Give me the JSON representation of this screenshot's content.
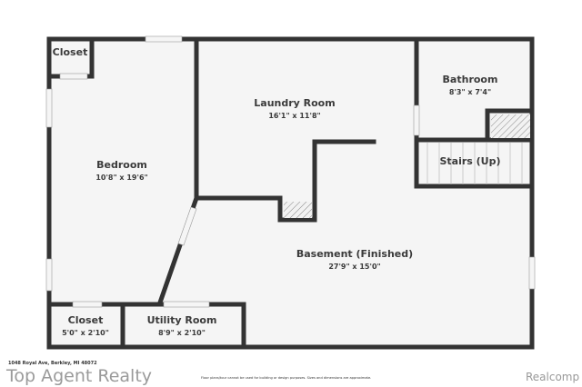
{
  "rooms": {
    "closet_top": {
      "name": "Closet"
    },
    "bedroom": {
      "name": "Bedroom",
      "dims": "10'8\" x 19'6\""
    },
    "laundry": {
      "name": "Laundry Room",
      "dims": "16'1\" x 11'8\""
    },
    "bathroom": {
      "name": "Bathroom",
      "dims": "8'3\" x 7'4\""
    },
    "stairs": {
      "name": "Stairs (Up)"
    },
    "basement": {
      "name": "Basement (Finished)",
      "dims": "27'9\" x 15'0\""
    },
    "closet_bottom": {
      "name": "Closet",
      "dims": "5'0\" x 2'10\""
    },
    "utility": {
      "name": "Utility Room",
      "dims": "8'9\" x 2'10\""
    }
  },
  "footer": {
    "address": "1048 Royal Ave, Berkley, MI 48072",
    "brand": "Top Agent Realty",
    "disclaimer": "Floor plans/tour cannot be used for building or design purposes. Sizes and dimensions are approximate.",
    "watermark": "Realcomp"
  },
  "colors": {
    "wall": "#333333",
    "floor": "#f5f5f5"
  }
}
